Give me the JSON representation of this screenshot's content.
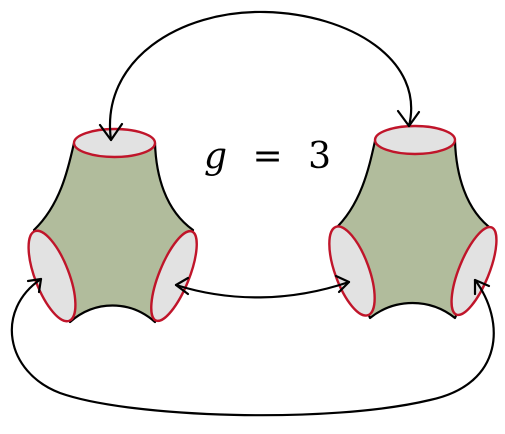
{
  "genus_label": {
    "symbol": "g",
    "equals": "=",
    "value": "3"
  },
  "colors": {
    "pants_fill": "#b1bc9c",
    "cuff_fill": "#e2e2e2",
    "cuff_stroke": "#c0152a",
    "outline": "#000000",
    "background": "#ffffff"
  },
  "icons": {
    "pants_shape": "pair-of-pants",
    "gluing_arrow": "double-headed-arrow"
  }
}
